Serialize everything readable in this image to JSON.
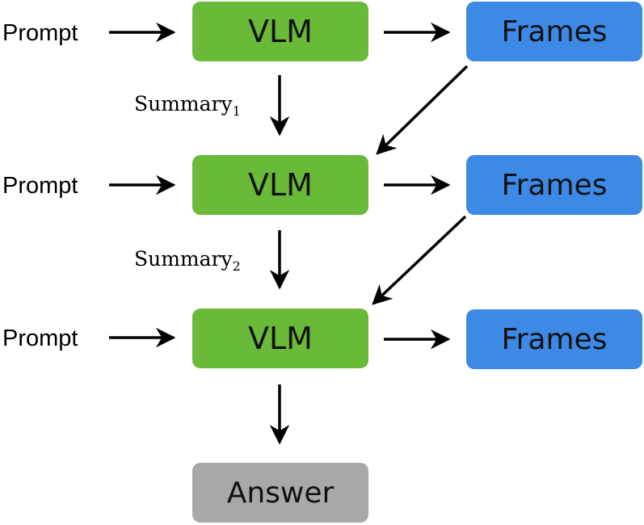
{
  "diagram": {
    "prompt_label": "Prompt",
    "vlm_label": "VLM",
    "frames_label": "Frames",
    "answer_label": "Answer",
    "summary_base": "Summary",
    "summary_1_sub": "1",
    "summary_2_sub": "2"
  },
  "colors": {
    "vlm": "#6aba3a",
    "frames": "#3c8ae6",
    "answer": "#a8a8a8"
  }
}
